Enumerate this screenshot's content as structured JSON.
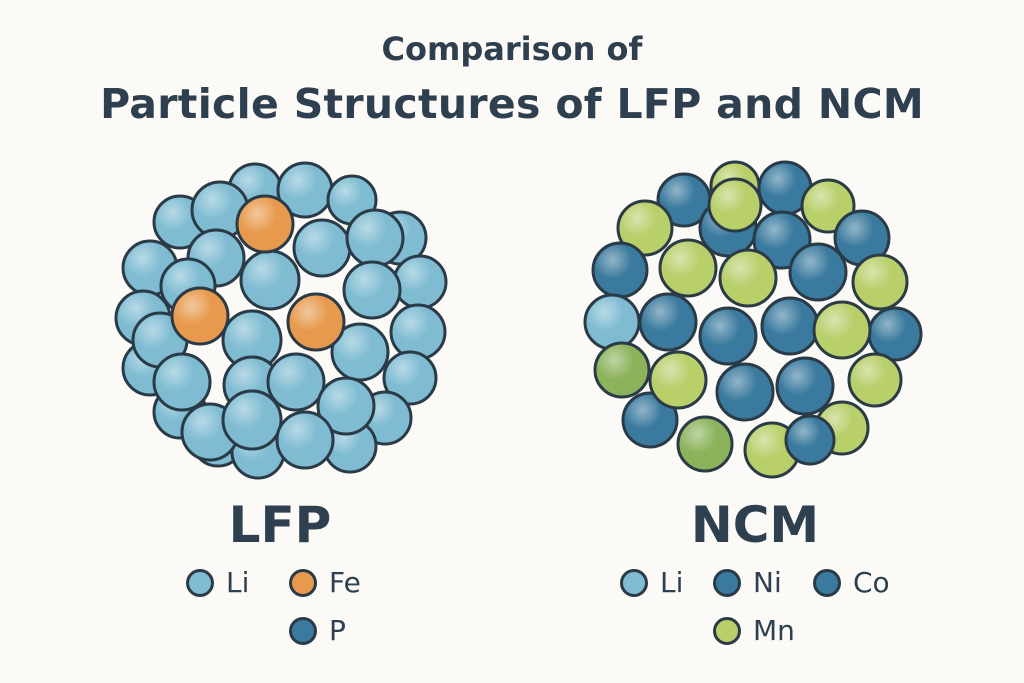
{
  "title": {
    "line1": "Comparison of",
    "line2": "Particle Structures of LFP and NCM"
  },
  "colors": {
    "li": "#7fbcd2",
    "fe": "#e79a4d",
    "p": "#3a7a9e",
    "ni": "#3a7a9e",
    "co": "#3a7a9e",
    "mn": "#b8cf6a",
    "mn_dark": "#8cb35c",
    "outline": "#2b3a47"
  },
  "lfp": {
    "label": "LFP",
    "legend": [
      {
        "element": "Li",
        "color": "#7fbcd2"
      },
      {
        "element": "Fe",
        "color": "#e79a4d"
      },
      {
        "element": "P",
        "color": "#3a7a9e"
      }
    ]
  },
  "ncm": {
    "label": "NCM",
    "legend": [
      {
        "element": "Li",
        "color": "#7fbcd2"
      },
      {
        "element": "Ni",
        "color": "#3a7a9e"
      },
      {
        "element": "Co",
        "color": "#3a7a9e"
      },
      {
        "element": "Mn",
        "color": "#b8cf6a"
      }
    ]
  }
}
